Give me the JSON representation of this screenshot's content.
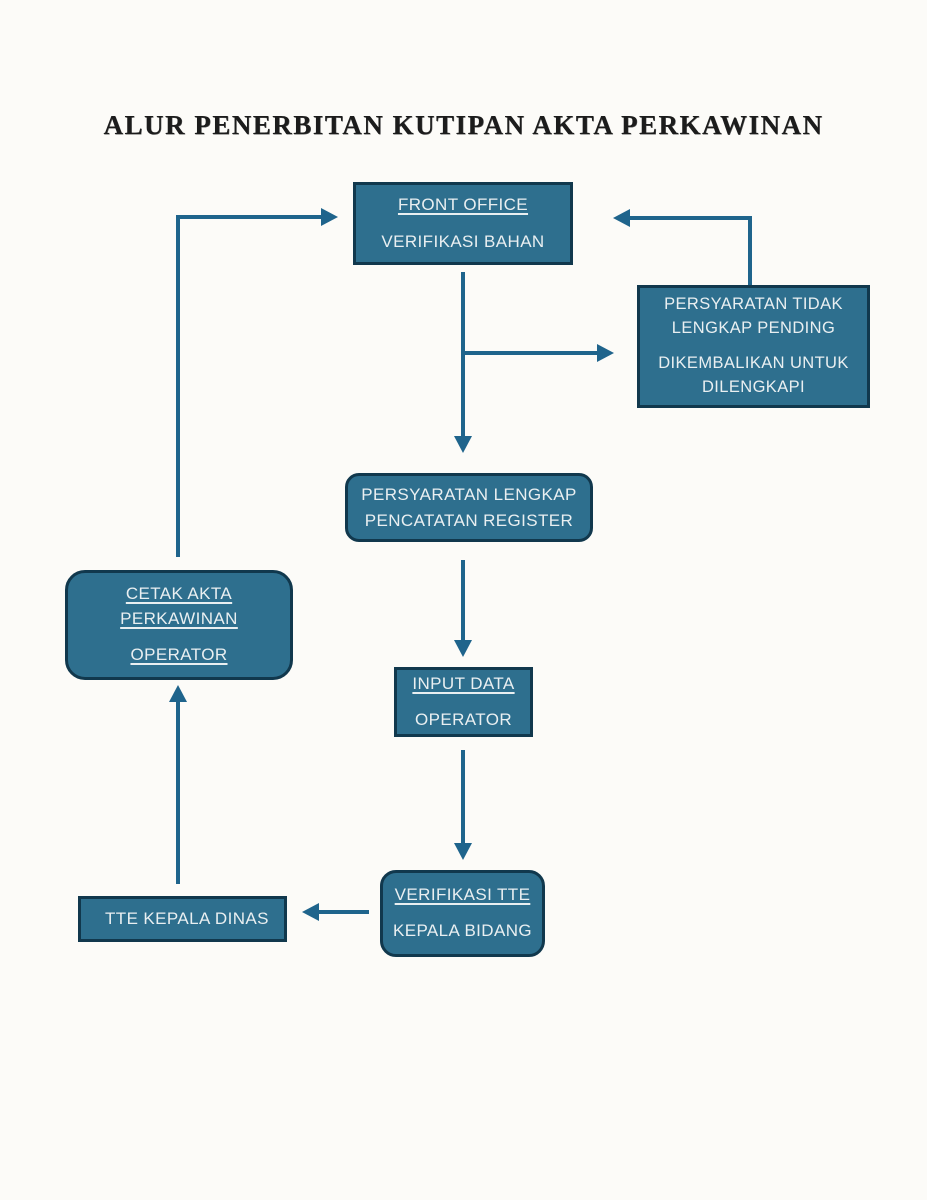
{
  "title": "ALUR PENERBITAN KUTIPAN AKTA PERKAWINAN",
  "colors": {
    "background": "#fcfbf8",
    "box_fill": "#2e6f8e",
    "box_border": "#11384d",
    "arrow": "#1f648c",
    "box_text": "#e9eff1",
    "title_color": "#1c1c1c"
  },
  "nodes": {
    "front_office": {
      "line1": "FRONT OFFICE",
      "line2": "VERIFIKASI BAHAN"
    },
    "persyaratan_tidak": {
      "line1": "PERSYARATAN TIDAK LENGKAP PENDING",
      "line2": "DIKEMBALIKAN UNTUK DILENGKAPI"
    },
    "persyaratan_lengkap": {
      "line1": "PERSYARATAN LENGKAP",
      "line2": "PENCATATAN REGISTER"
    },
    "cetak_akta": {
      "line1": "CETAK AKTA PERKAWINAN",
      "line2": "OPERATOR"
    },
    "input_data": {
      "line1": "INPUT DATA",
      "line2": "OPERATOR"
    },
    "verifikasi_tte": {
      "line1": "VERIFIKASI TTE",
      "line2": "KEPALA BIDANG"
    },
    "tte_kepala_dinas": {
      "line1": "TTE KEPALA DINAS"
    }
  }
}
